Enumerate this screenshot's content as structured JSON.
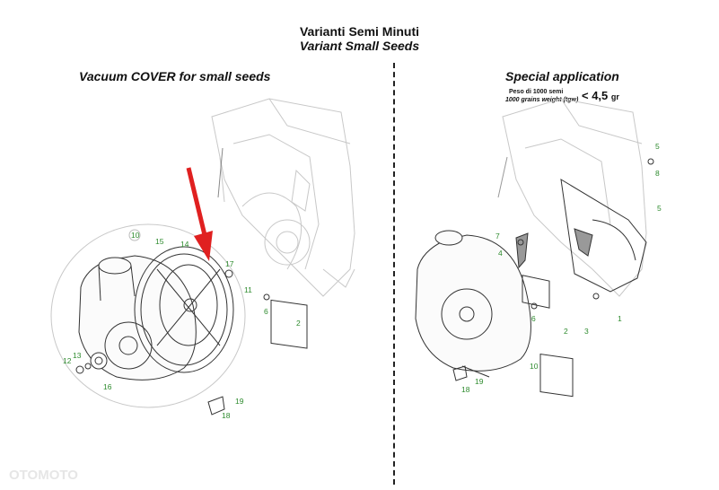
{
  "header": {
    "title": "Varianti Semi Minuti",
    "subtitle": "Variant Small Seeds"
  },
  "left_section": {
    "title": "Vacuum COVER for small seeds",
    "part_numbers": [
      "10",
      "15",
      "14",
      "17",
      "11",
      "6",
      "2",
      "13",
      "12",
      "16",
      "19",
      "18"
    ]
  },
  "right_section": {
    "title": "Special application",
    "tgw_label_it": "Peso di 1000 semi",
    "tgw_label_en": "1000 grains weight (tgw)",
    "tgw_value": "< 4,5",
    "tgw_unit": "gr",
    "part_numbers": [
      "5",
      "8",
      "5",
      "7",
      "4",
      "6",
      "2",
      "3",
      "1",
      "10",
      "18",
      "19"
    ]
  },
  "colors": {
    "text": "#111111",
    "part_number": "#2e8b2e",
    "arrow": "#e02020",
    "line_light": "#c8c8c8",
    "line_dark": "#333333"
  },
  "watermark": "OTOMOTO"
}
